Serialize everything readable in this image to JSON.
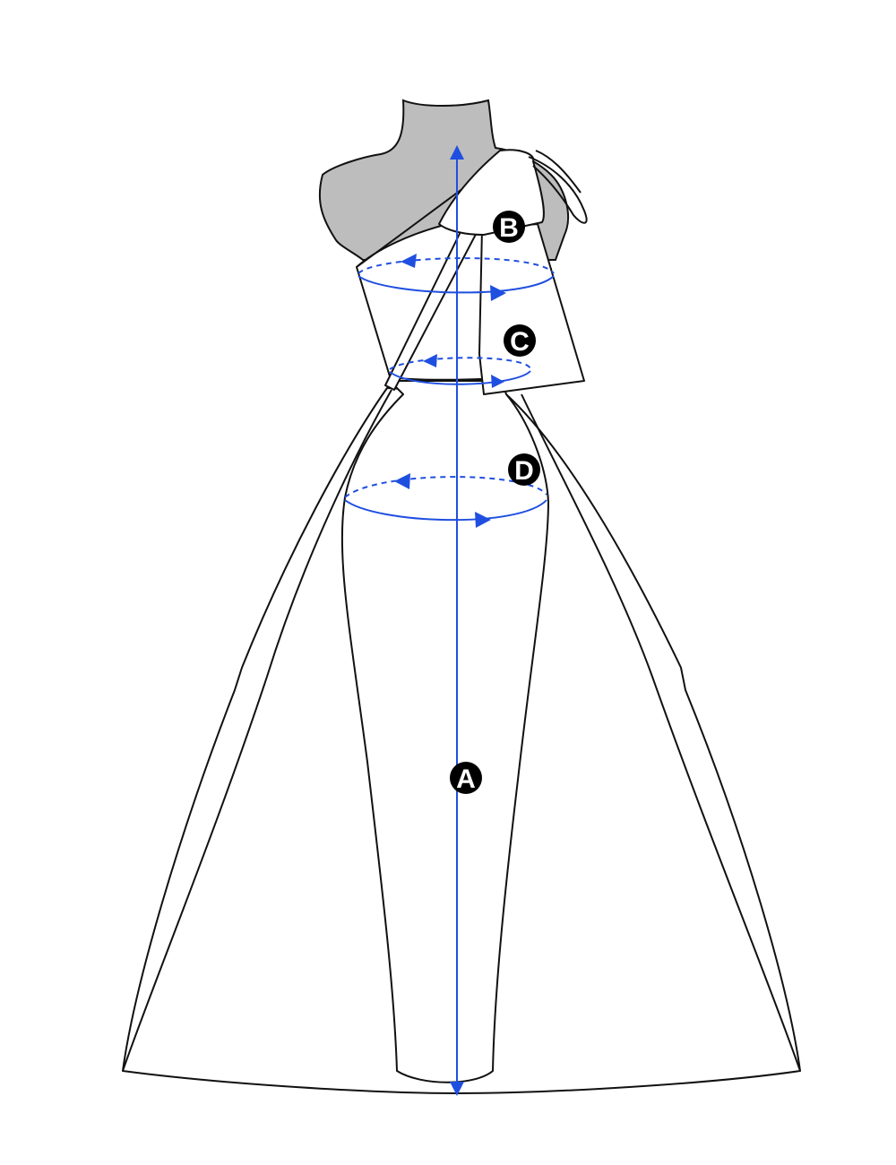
{
  "colors": {
    "mannequin": "#bdbdbd",
    "outline": "#111111",
    "measure": "#1f4fe0",
    "marker_bg": "#000000",
    "marker_text": "#ffffff"
  },
  "markers": {
    "a": "A",
    "b": "B",
    "c": "C",
    "d": "D"
  }
}
